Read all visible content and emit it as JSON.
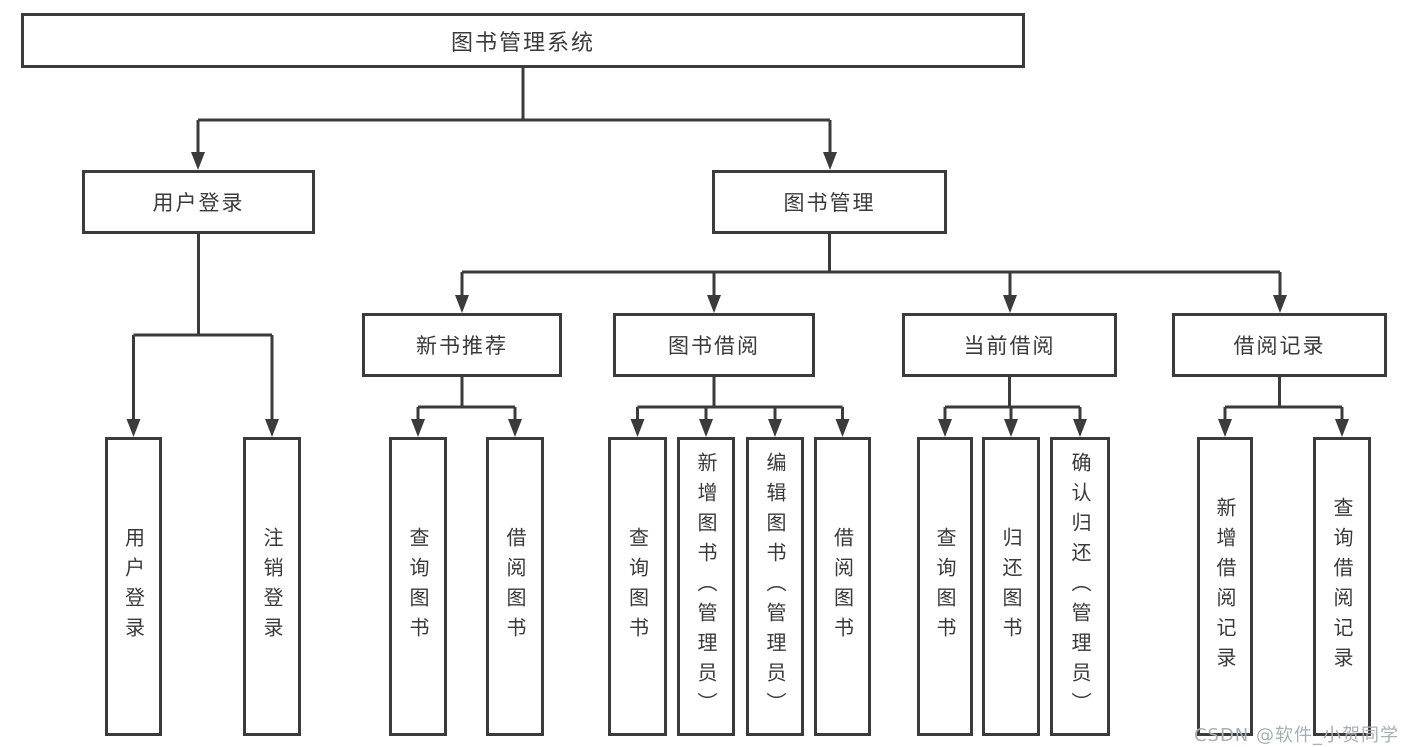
{
  "page": {
    "watermark": "CSDN @软件_小贺同学"
  },
  "colors": {
    "line": "#3b3b3b",
    "box_background": "#ffffff",
    "text": "#3a3a3a",
    "watermark_text": "#a9aeb4"
  },
  "tree": {
    "root": {
      "label": "图书管理系统"
    },
    "branches": [
      {
        "label": "用户登录",
        "children": [
          {
            "label": "用户登录"
          },
          {
            "label": "注销登录"
          }
        ]
      },
      {
        "label": "图书管理",
        "children": [
          {
            "label": "新书推荐",
            "children": [
              {
                "label": "查询图书"
              },
              {
                "label": "借阅图书"
              }
            ]
          },
          {
            "label": "图书借阅",
            "children": [
              {
                "label": "查询图书"
              },
              {
                "label": "新增图书（管理员）"
              },
              {
                "label": "编辑图书（管理员）"
              },
              {
                "label": "借阅图书"
              }
            ]
          },
          {
            "label": "当前借阅",
            "children": [
              {
                "label": "查询图书"
              },
              {
                "label": "归还图书"
              },
              {
                "label": "确认归还（管理员）"
              }
            ]
          },
          {
            "label": "借阅记录",
            "children": [
              {
                "label": "新增借阅记录"
              },
              {
                "label": "查询借阅记录"
              }
            ]
          }
        ]
      }
    ]
  }
}
